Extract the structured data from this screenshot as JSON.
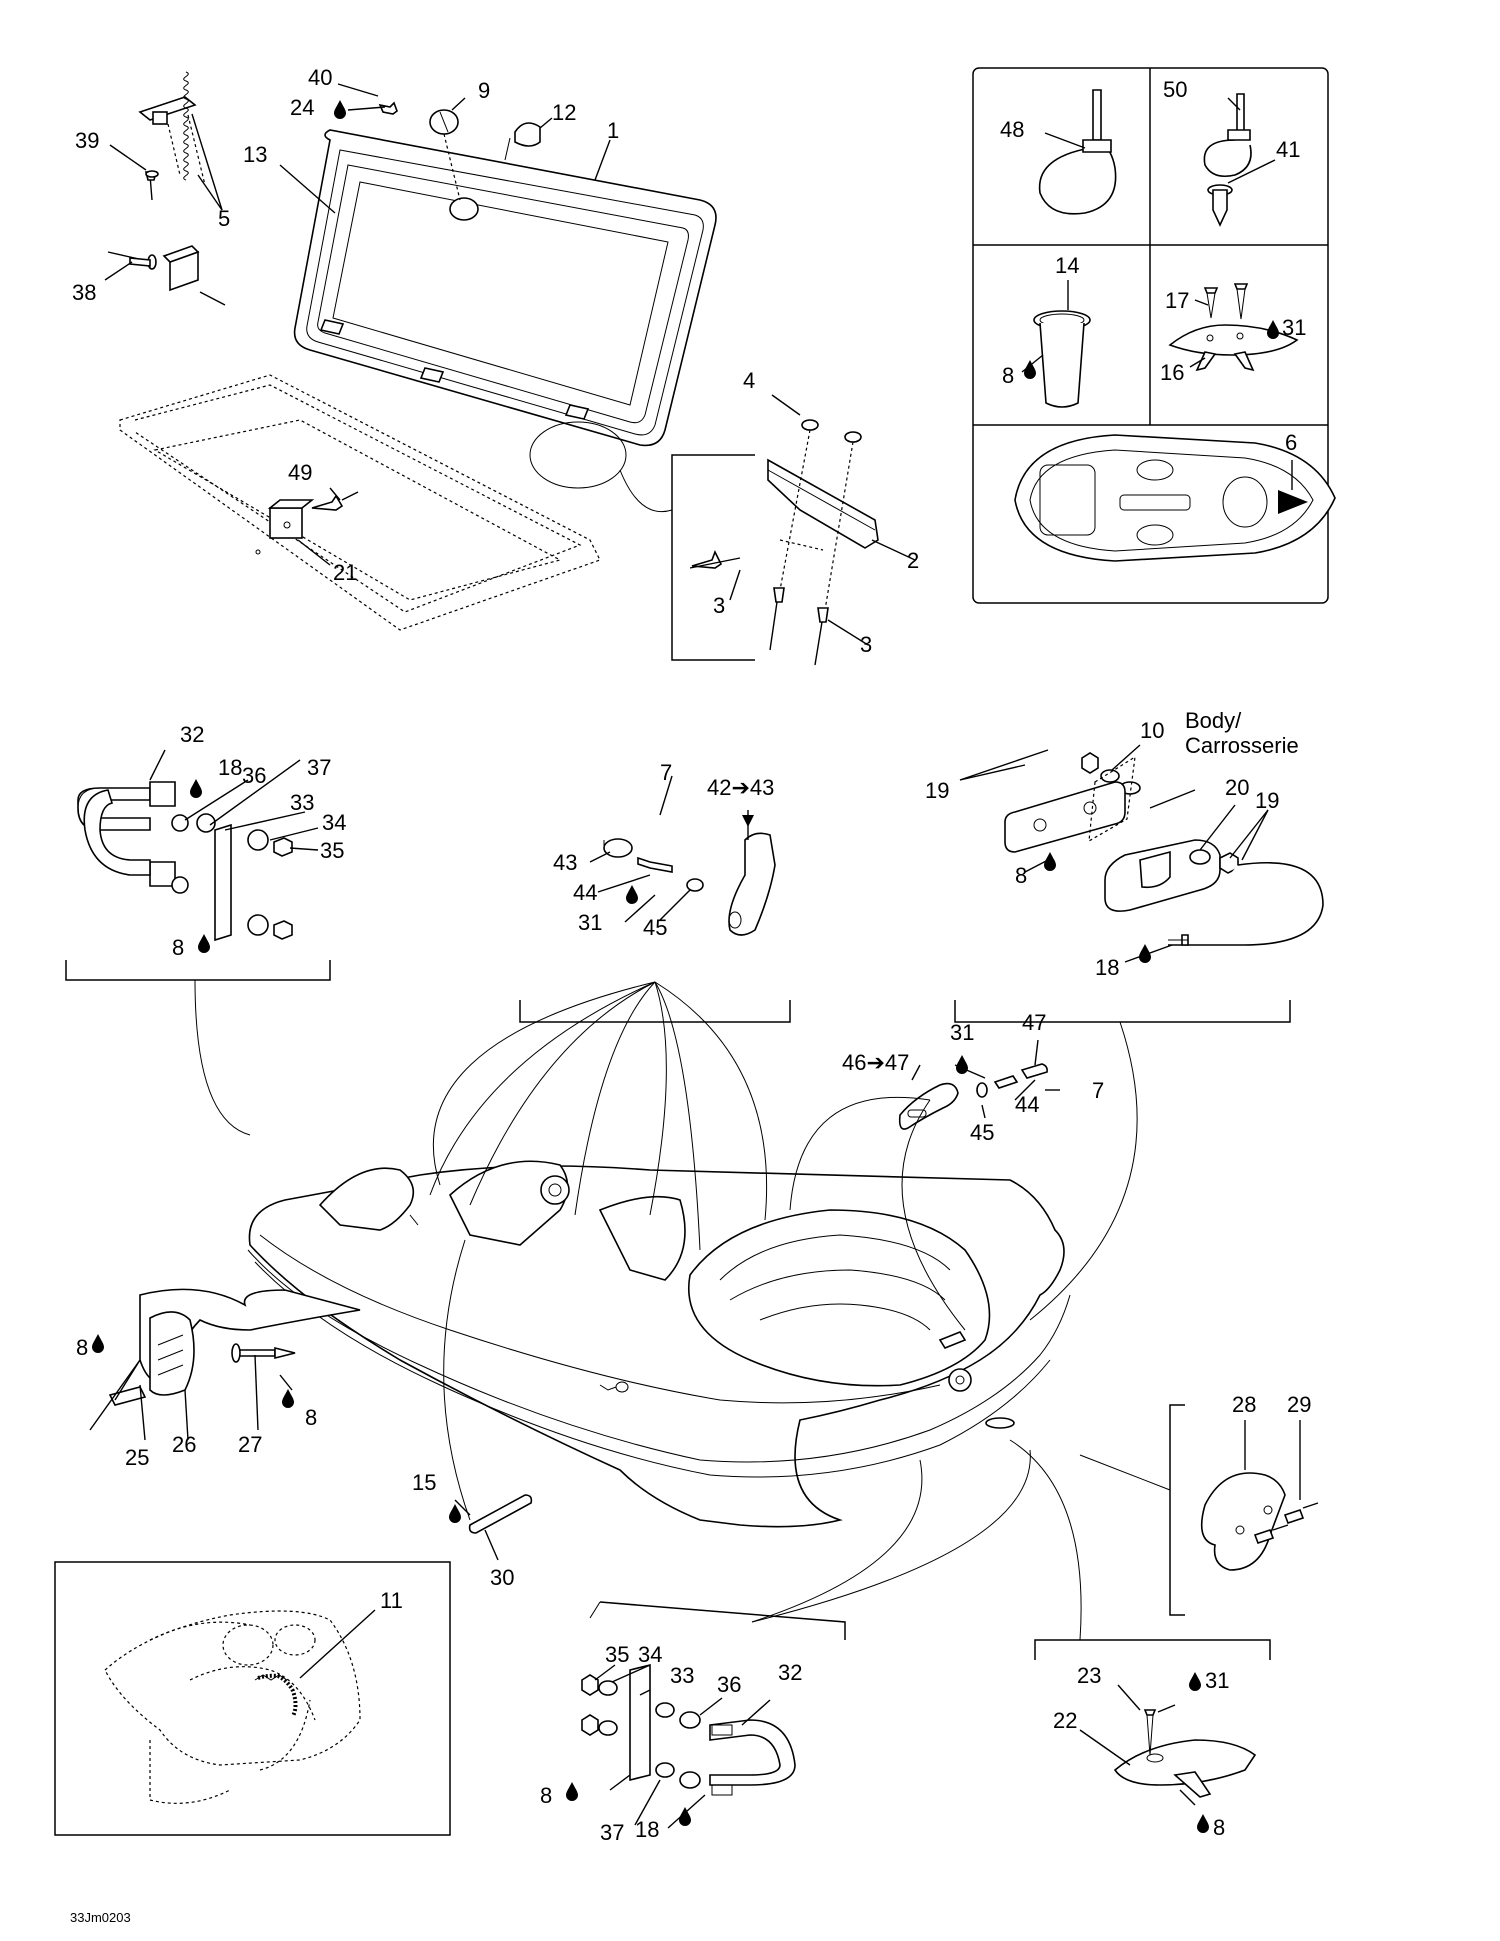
{
  "labels": {
    "l1": "1",
    "l2": "2",
    "l3a": "3",
    "l3b": "3",
    "l4": "4",
    "l5": "5",
    "l6": "6",
    "l7a": "7",
    "l7b": "7",
    "l8a": "8",
    "l8b": "8",
    "l8c": "8",
    "l8d": "8",
    "l8e": "8",
    "l8f": "8",
    "l8g": "8",
    "l9": "9",
    "l10": "10",
    "l11": "11",
    "l12": "12",
    "l13": "13",
    "l14": "14",
    "l15": "15",
    "l16": "16",
    "l17": "17",
    "l18a": "18",
    "l18b": "18",
    "l18c": "18",
    "l19a": "19",
    "l19b": "19",
    "l20": "20",
    "l21": "21",
    "l22": "22",
    "l23": "23",
    "l24": "24",
    "l25": "25",
    "l26": "26",
    "l27": "27",
    "l28": "28",
    "l29": "29",
    "l30": "30",
    "l31a": "31",
    "l31b": "31",
    "l31c": "31",
    "l31d": "31",
    "l32a": "32",
    "l32b": "32",
    "l33a": "33",
    "l33b": "33",
    "l34a": "34",
    "l34b": "34",
    "l35a": "35",
    "l35b": "35",
    "l36a": "36",
    "l36b": "36",
    "l37a": "37",
    "l37b": "37",
    "l38": "38",
    "l39": "39",
    "l40": "40",
    "l41": "41",
    "l42": "42➔43",
    "l43": "43",
    "l44a": "44",
    "l44b": "44",
    "l45a": "45",
    "l45b": "45",
    "l46": "46➔47",
    "l47": "47",
    "l48": "48",
    "l49": "49",
    "l50": "50",
    "body1": "Body/",
    "body2": "Carrosserie"
  },
  "drawing_code": "33Jm0203"
}
